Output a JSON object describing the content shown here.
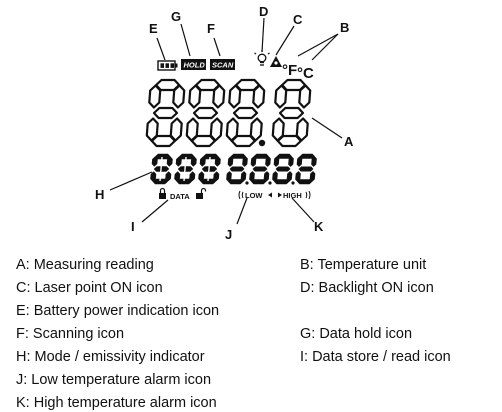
{
  "diagram": {
    "callouts": [
      "A",
      "B",
      "C",
      "D",
      "E",
      "F",
      "G",
      "H",
      "I",
      "J",
      "K"
    ],
    "lcd": {
      "hold_label": "HOLD",
      "scan_label": "SCAN",
      "unit_f": "°F",
      "unit_c": "°C",
      "main_digits": "888.8",
      "left_segments": "888",
      "small_digits": "8.8.8.8",
      "data_label": "DATA",
      "low_label": "LOW",
      "high_label": "HIGH"
    }
  },
  "legend": {
    "left": [
      "A: Measuring reading",
      "C: Laser point ON icon",
      "E: Battery power indication icon",
      "F: Scanning icon",
      "H: Mode / emissivity indicator",
      "J: Low temperature alarm icon",
      "K: High temperature alarm icon"
    ],
    "right": [
      "B: Temperature unit",
      "D: Backlight ON  icon",
      "G: Data hold icon",
      "I: Data store / read icon"
    ]
  }
}
